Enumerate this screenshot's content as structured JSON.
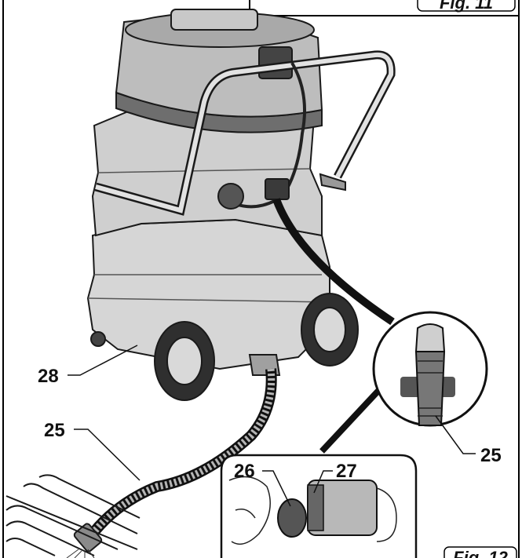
{
  "figure": {
    "fig_prev_label": "Fig. 11",
    "fig_current_label": "Fig. 12"
  },
  "callouts": {
    "tank": "28",
    "hose": "25",
    "hose_detail": "25",
    "connector": "26",
    "adapter": "27"
  }
}
